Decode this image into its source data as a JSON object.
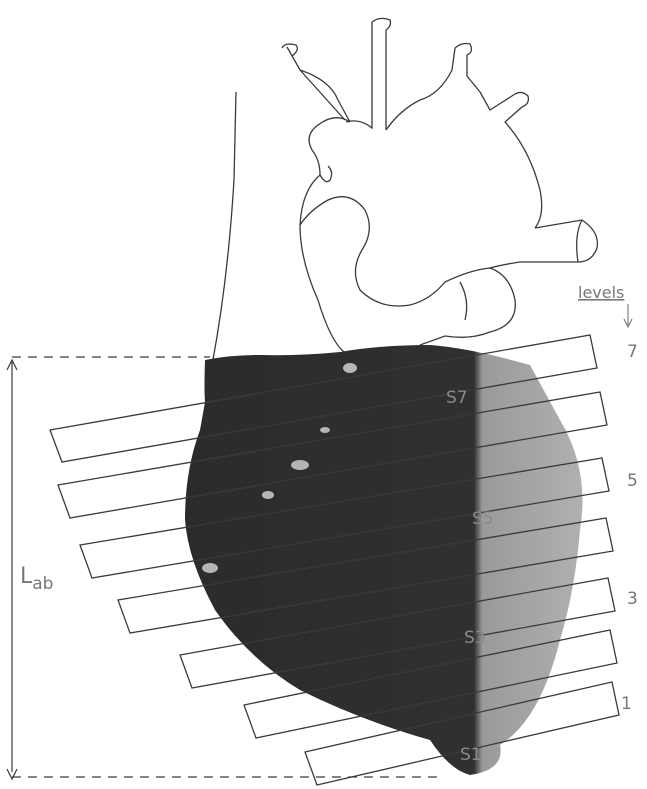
{
  "figure": {
    "length_label": "L",
    "length_label_sub": "ab",
    "levels_heading": "levels",
    "level_numbers": [
      "7",
      "5",
      "3",
      "1"
    ],
    "slice_labels": [
      "S7",
      "S5",
      "S3",
      "S1"
    ]
  },
  "colors": {
    "tissue_dark": "#2e2e2e",
    "tissue_light": "#a9a9a9",
    "line": "#3a3a3a",
    "text": "#777777"
  }
}
